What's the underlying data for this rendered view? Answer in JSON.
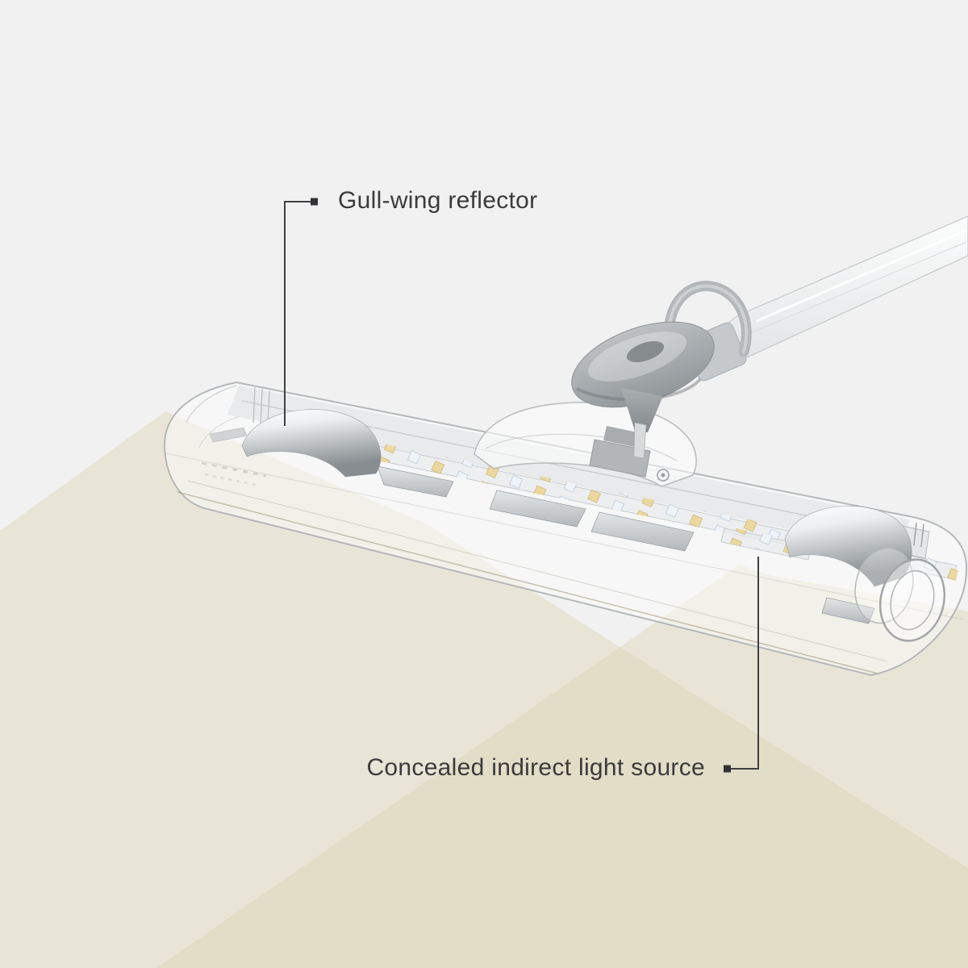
{
  "callouts": {
    "gull_wing": {
      "label": "Gull-wing reflector"
    },
    "concealed": {
      "label": "Concealed indirect light source"
    }
  },
  "colors": {
    "background": "#f1f1f1",
    "beam_beige": "#d8cda6",
    "beam_single": "#e8e4d7",
    "beam_overlap": "#e2dcc6",
    "label_text": "#3b3b3d",
    "leader_line": "#3f4042",
    "arm_white": "#f6f8f8",
    "joint_gray": "#a4a9ac",
    "metal_dark": "#878d90",
    "led_warm": "#ecd89d",
    "led_cool": "#eff3fa"
  },
  "illustration": {
    "subject": "desk-lamp-head-cutaway",
    "parts": [
      "light-beam-left",
      "light-beam-right",
      "transparent-lamp-head",
      "led-strip",
      "concealed-led-strip",
      "gull-wing-reflector-left",
      "gull-wing-reflector-right",
      "end-cap-rings",
      "swivel-dome",
      "joint-mechanism",
      "lamp-arm",
      "arm-knuckle-joint",
      "power-cable-loop"
    ]
  }
}
